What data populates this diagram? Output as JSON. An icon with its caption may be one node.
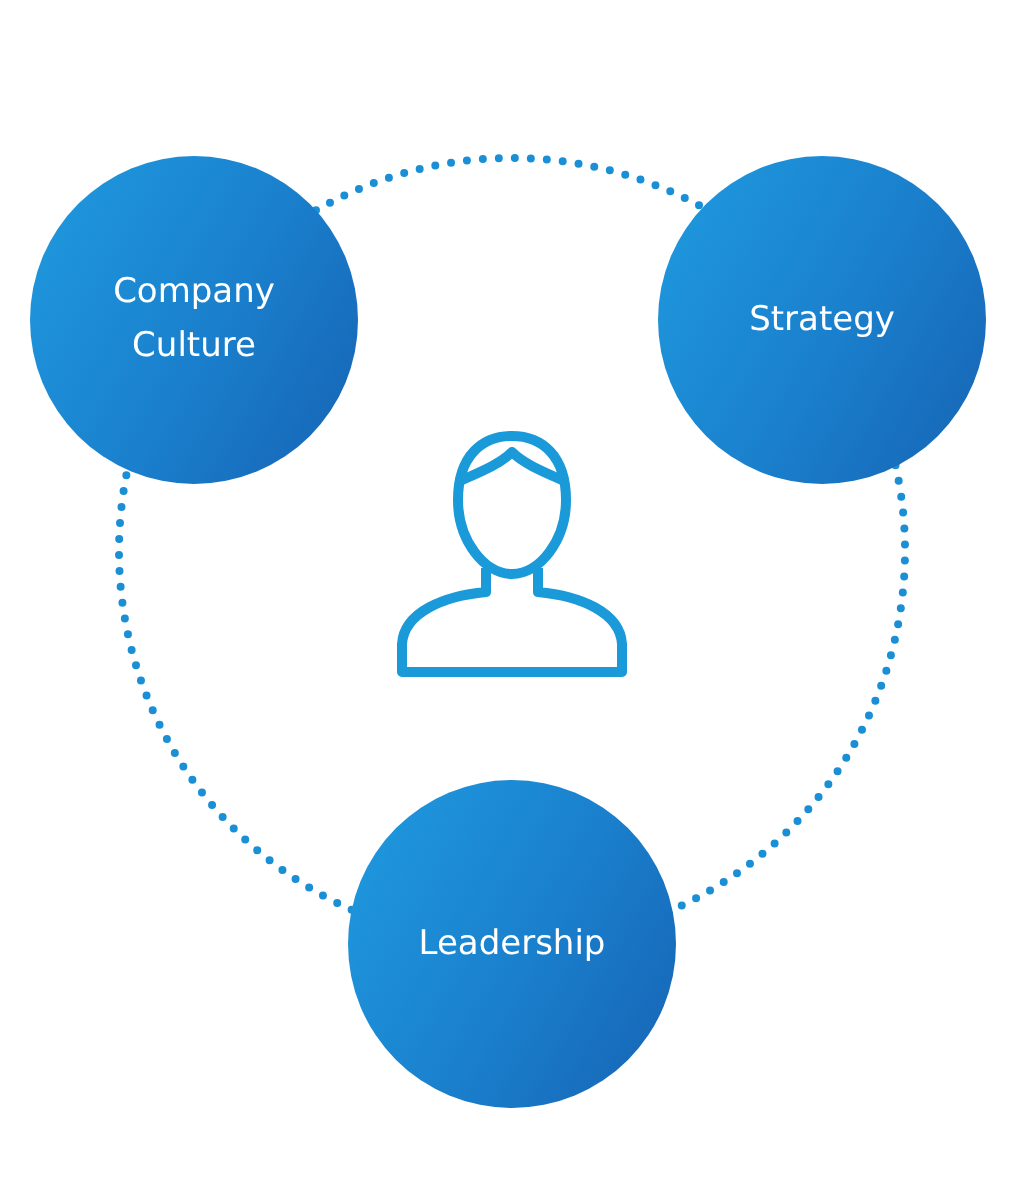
{
  "diagram": {
    "nodes": [
      {
        "text": [
          "Company Culture"
        ]
      },
      {
        "text": [
          "Strategy"
        ]
      },
      {
        "text": [
          "Leadership"
        ]
      }
    ],
    "edges": [
      {
        "from": 0,
        "to": 1,
        "arrow": "none"
      },
      {
        "from": 1,
        "to": 2,
        "arrow": "none"
      },
      {
        "from": 2,
        "to": 0,
        "arrow": "none"
      }
    ]
  }
}
